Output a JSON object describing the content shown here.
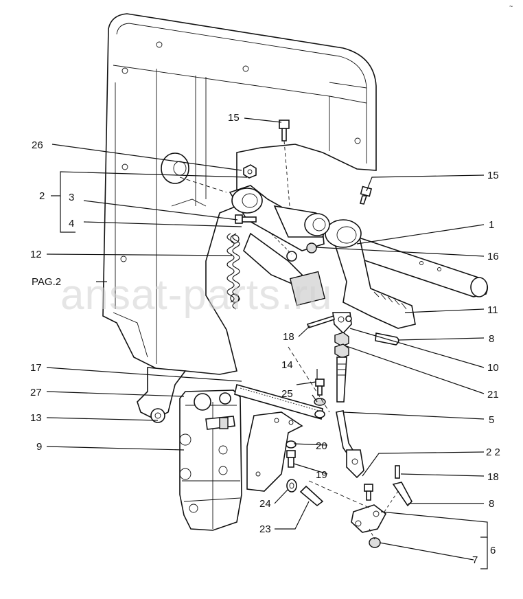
{
  "watermark": "ansat-parts.ru",
  "reference": "PAG.2",
  "corner_mark": "~",
  "callouts": {
    "c1": "1",
    "c2": "2",
    "c3": "3",
    "c4": "4",
    "c5": "5",
    "c6": "6",
    "c7": "7",
    "c8a": "8",
    "c8b": "8",
    "c9": "9",
    "c10": "10",
    "c11": "11",
    "c12": "12",
    "c13": "13",
    "c14": "14",
    "c15a": "15",
    "c15b": "15",
    "c16": "16",
    "c17": "17",
    "c18a": "18",
    "c18b": "18",
    "c19": "19",
    "c20": "20",
    "c21": "21",
    "c22": "2 2",
    "c23": "23",
    "c24": "24",
    "c25": "25",
    "c26": "26",
    "c27": "27"
  }
}
